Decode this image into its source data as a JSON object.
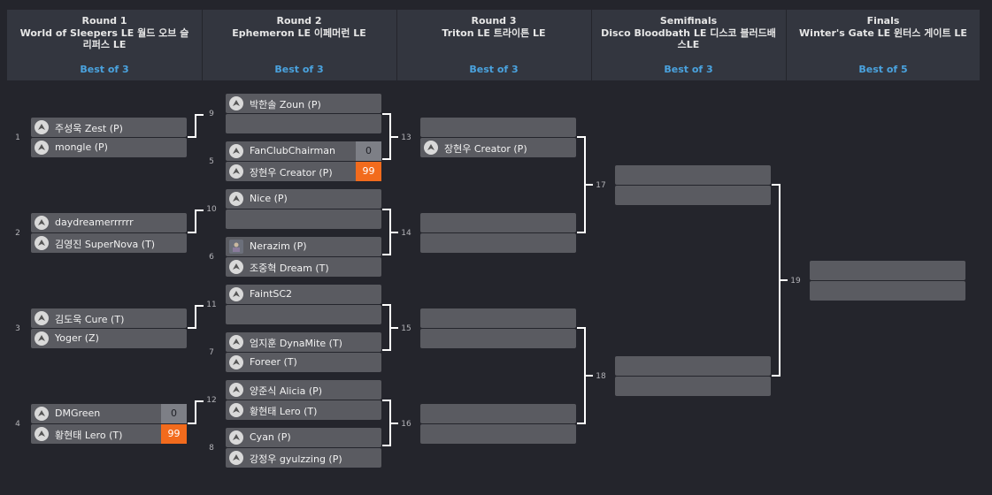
{
  "rounds": [
    {
      "name": "Round 1",
      "map": "World of Sleepers LE 월드 오브 슬리퍼스 LE",
      "best": "Best of 3"
    },
    {
      "name": "Round 2",
      "map": "Ephemeron LE 이페머런 LE",
      "best": "Best of 3"
    },
    {
      "name": "Round 3",
      "map": "Triton LE 트라이튼 LE",
      "best": "Best of 3"
    },
    {
      "name": "Semifinals",
      "map": "Disco Bloodbath LE 디스코 블러드배스LE",
      "best": "Best of 3"
    },
    {
      "name": "Finals",
      "map": "Winter's Gate LE 윈터스 게이트 LE",
      "best": "Best of 5"
    }
  ],
  "matches": {
    "m1": {
      "num": "1",
      "p1": "주성욱 Zest (P)",
      "p2": "mongle (P)"
    },
    "m2": {
      "num": "2",
      "p1": "daydreamerrrrrr",
      "p2": "김영진 SuperNova (T)"
    },
    "m3": {
      "num": "3",
      "p1": "김도욱 Cure (T)",
      "p2": "Yoger (Z)"
    },
    "m4": {
      "num": "4",
      "p1": "DMGreen",
      "p1_score": "0",
      "p2": "황현태 Lero (T)",
      "p2_score": "99"
    },
    "m5": {
      "num": "5",
      "p1": "FanClubChairman",
      "p1_score": "0",
      "p2": "장현우 Creator (P)",
      "p2_score": "99"
    },
    "m6": {
      "num": "6",
      "p1": "Nerazim (P)",
      "p2": "조중혁 Dream (T)"
    },
    "m7": {
      "num": "7",
      "p1": "엄지훈 DynaMite (T)",
      "p2": "Foreer (T)"
    },
    "m8": {
      "num": "8",
      "p1": "Cyan (P)",
      "p2": "강정우 gyulzzing (P)"
    },
    "m9": {
      "num": "9",
      "p1": "박한솔 Zoun (P)",
      "p2": ""
    },
    "m10": {
      "num": "10",
      "p1": "Nice (P)",
      "p2": ""
    },
    "m11": {
      "num": "11",
      "p1": "FaintSC2",
      "p2": ""
    },
    "m12": {
      "num": "12",
      "p1": "양준식 Alicia (P)",
      "p2": "황현태 Lero (T)"
    },
    "m13": {
      "num": "13",
      "p1": "",
      "p2": "장현우 Creator (P)"
    },
    "m14": {
      "num": "14",
      "p1": "",
      "p2": ""
    },
    "m15": {
      "num": "15",
      "p1": "",
      "p2": ""
    },
    "m16": {
      "num": "16",
      "p1": "",
      "p2": ""
    },
    "m17": {
      "num": "17",
      "p1": "",
      "p2": ""
    },
    "m18": {
      "num": "18",
      "p1": "",
      "p2": ""
    },
    "m19": {
      "num": "19",
      "p1": "",
      "p2": ""
    }
  },
  "colors": {
    "accent": "#4aa3df",
    "win": "#f26b1d",
    "slot": "#5a5b61",
    "background": "#24252c"
  },
  "icons": {
    "race": "race-icon",
    "avatar": "player-avatar"
  }
}
